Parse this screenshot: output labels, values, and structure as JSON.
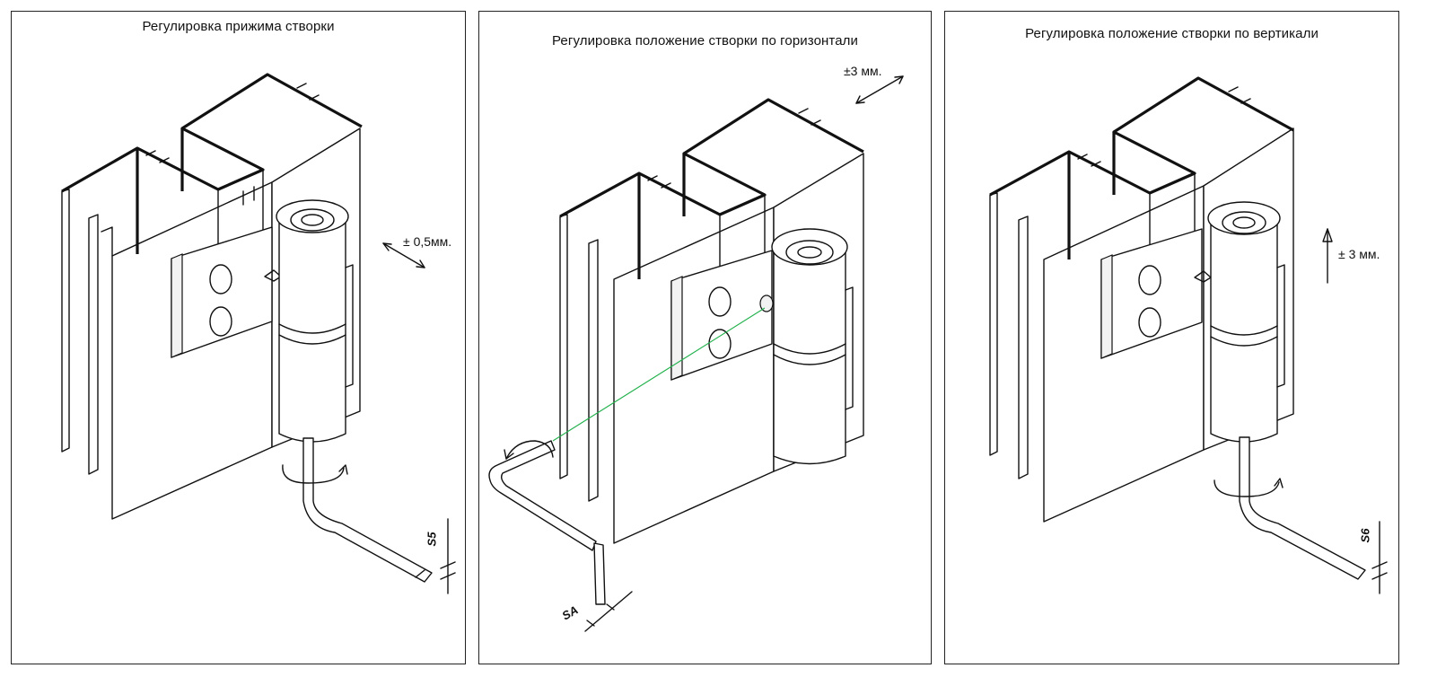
{
  "panels": [
    {
      "title": "Регулировка прижима створки",
      "dimension": "± 0,5мм.",
      "wrench": "S5",
      "icons": [
        "hinge-icon",
        "profile-icon",
        "hex-key-icon",
        "rotation-arrow-icon",
        "double-arrow-icon"
      ]
    },
    {
      "title": "Регулировка положение створки по горизонтали",
      "dimension": "±3 мм.",
      "wrench": "SA",
      "icons": [
        "hinge-icon",
        "profile-icon",
        "hex-key-icon",
        "rotation-arrow-icon",
        "double-arrow-icon"
      ]
    },
    {
      "title": "Регулировка положение створки по вертикали",
      "dimension": "± 3 мм.",
      "wrench": "S6",
      "icons": [
        "hinge-icon",
        "profile-icon",
        "hex-key-icon",
        "rotation-arrow-icon",
        "up-arrow-icon"
      ]
    }
  ],
  "colors": {
    "line": "#111111",
    "laser": "#22b14c",
    "background": "#ffffff"
  }
}
